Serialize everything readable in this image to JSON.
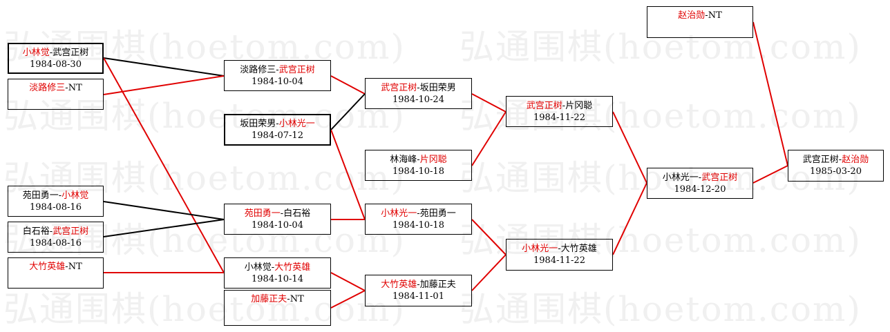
{
  "watermark": {
    "text": "弘通围棋(hoetom.com)"
  },
  "colors": {
    "winner": "#e00000",
    "line_win": "#e00000",
    "line_loss": "#000000",
    "border": "#000000"
  },
  "matches": {
    "m1": {
      "p1": "小林觉",
      "sep": "-",
      "p2": "武宫正树",
      "date": "1984-08-30",
      "winner": 1
    },
    "m2": {
      "p1": "淡路修三",
      "sep": "-",
      "p2": "NT",
      "date": "",
      "winner": 1
    },
    "m3": {
      "p1": "苑田勇一",
      "sep": "-",
      "p2": "小林觉",
      "date": "1984-08-16",
      "winner": 2
    },
    "m4": {
      "p1": "白石裕",
      "sep": "-",
      "p2": "武宫正树",
      "date": "1984-08-16",
      "winner": 2
    },
    "m5": {
      "p1": "大竹英雄",
      "sep": "-",
      "p2": "NT",
      "date": "",
      "winner": 1
    },
    "m6": {
      "p1": "淡路修三",
      "sep": "-",
      "p2": "武宫正树",
      "date": "1984-10-04",
      "winner": 2
    },
    "m7": {
      "p1": "坂田荣男",
      "sep": "-",
      "p2": "小林光一",
      "date": "1984-07-12",
      "winner": 2
    },
    "m8": {
      "p1": "苑田勇一",
      "sep": "-",
      "p2": "白石裕",
      "date": "1984-10-04",
      "winner": 1
    },
    "m9": {
      "p1": "小林觉",
      "sep": "-",
      "p2": "大竹英雄",
      "date": "1984-10-14",
      "winner": 2
    },
    "m10": {
      "p1": "加藤正夫",
      "sep": "-",
      "p2": "NT",
      "date": "",
      "winner": 1
    },
    "m11": {
      "p1": "武宫正树",
      "sep": "-",
      "p2": "坂田荣男",
      "date": "1984-10-24",
      "winner": 1
    },
    "m12": {
      "p1": "林海峰",
      "sep": "-",
      "p2": "片冈聪",
      "date": "1984-10-18",
      "winner": 2
    },
    "m13": {
      "p1": "小林光一",
      "sep": "-",
      "p2": "苑田勇一",
      "date": "1984-10-18",
      "winner": 1
    },
    "m14": {
      "p1": "大竹英雄",
      "sep": "-",
      "p2": "加藤正夫",
      "date": "1984-11-01",
      "winner": 1
    },
    "m15": {
      "p1": "武宫正树",
      "sep": "-",
      "p2": "片冈聪",
      "date": "1984-11-22",
      "winner": 1
    },
    "m16": {
      "p1": "小林光一",
      "sep": "-",
      "p2": "大竹英雄",
      "date": "1984-11-22",
      "winner": 1
    },
    "m17": {
      "p1": "小林光一",
      "sep": "-",
      "p2": "武宫正树",
      "date": "1984-12-20",
      "winner": 2
    },
    "m18": {
      "p1": "赵治勋",
      "sep": "-",
      "p2": "NT",
      "date": "",
      "winner": 1
    },
    "m19": {
      "p1": "武宫正树",
      "sep": "-",
      "p2": "赵治勋",
      "date": "1985-03-20",
      "winner": 2
    },
    "m20": {
      "p1": "",
      "sep": "",
      "p2": "",
      "date": "",
      "winner": 0
    }
  }
}
